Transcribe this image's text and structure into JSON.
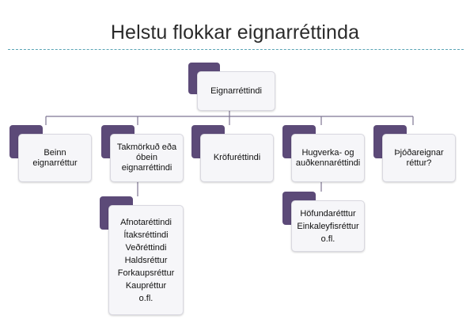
{
  "title": "Helstu flokkar eignarréttinda",
  "root": {
    "label": "Eignarréttindi"
  },
  "categories": [
    {
      "label": "Beinn eignarréttur"
    },
    {
      "label": "Takmörkuð eða óbein eignarréttindi"
    },
    {
      "label": "Kröfuréttindi"
    },
    {
      "label": "Hugverka- og auðkennaréttindi"
    },
    {
      "label": "Þjóðareignar réttur?"
    }
  ],
  "sub_limited": {
    "lines": [
      "Afnotaréttindi",
      "Ítaksréttindi",
      "Veðréttindi",
      "Haldsréttur",
      "Forkaupsréttur",
      "Kaupréttur",
      "o.fl."
    ]
  },
  "sub_ip": {
    "lines": [
      "Höfundarétttur",
      "Einkaleyfisréttur",
      "o.fl."
    ]
  },
  "colors": {
    "accent": "#5c4a78",
    "box": "#f6f6f9",
    "divider": "#5aa5b5",
    "connector": "#7e7693"
  }
}
